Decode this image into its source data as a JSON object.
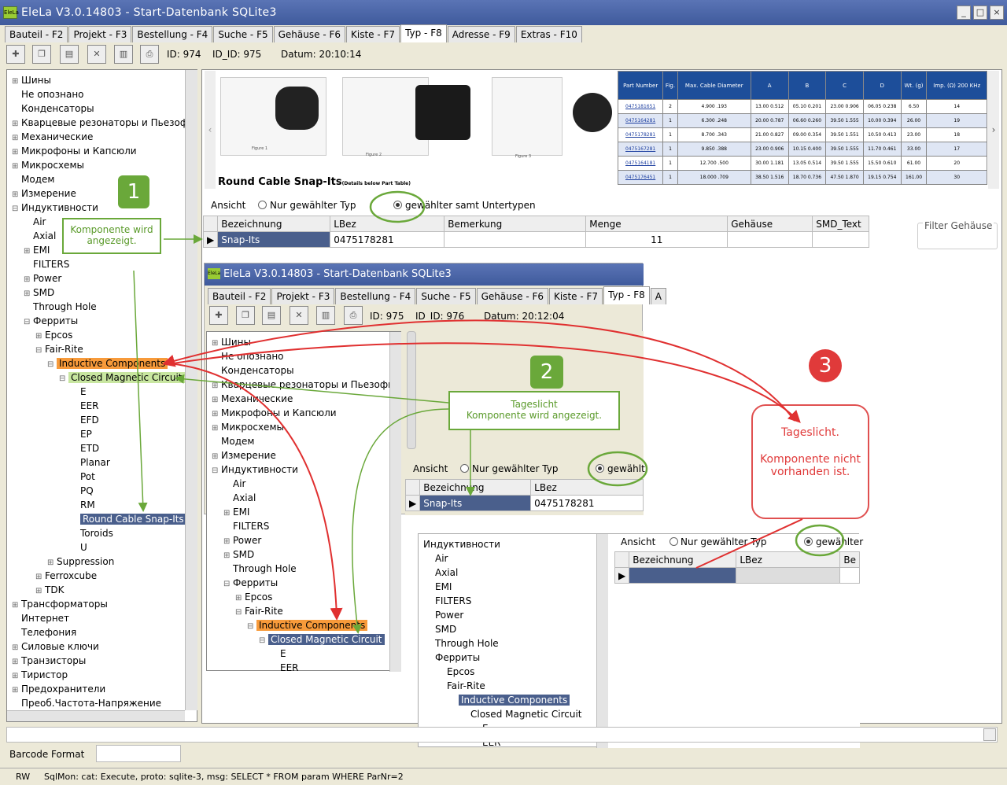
{
  "app": {
    "title": "EleLa V3.0.14803  - Start-Datenbank SQLite3",
    "logo": "EleLa"
  },
  "tabs": [
    "Bauteil - F2",
    "Projekt - F3",
    "Bestellung - F4",
    "Suche - F5",
    "Gehäuse - F6",
    "Kiste - F7",
    "Typ - F8",
    "Adresse - F9",
    "Extras - F10"
  ],
  "toolbar": {
    "id": "ID: 974",
    "id_id": "ID_ID: 975",
    "datum": "Datum: 20:10:14"
  },
  "tree": [
    "Шины",
    "Не опознано",
    "Конденсаторы",
    "Кварцевые резонаторы и Пьезофи",
    "Механические",
    "Микрофоны и Капсюли",
    "Микросхемы",
    "Модем",
    "Измерение",
    "Индуктивности",
    "Air",
    "Axial",
    "EMI",
    "FILTERS",
    "Power",
    "SMD",
    "Through Hole",
    "Ферриты",
    "Epcos",
    "Fair-Rite",
    "Inductive Components",
    "Closed Magnetic Circuit",
    "E",
    "EER",
    "EFD",
    "EP",
    "ETD",
    "Planar",
    "Pot",
    "PQ",
    "RM",
    "Round Cable Snap-Its",
    "Toroids",
    "U",
    "Suppression",
    "Ferroxcube",
    "TDK",
    "Трансформаторы",
    "Интернет",
    "Телефония",
    "Силовые ключи",
    "Транзисторы",
    "Тиристор",
    "Предохранители",
    "Преоб.Частота-Напряжение"
  ],
  "image": {
    "title": "Round Cable Snap-Its",
    "subtitle": "(Details below Part Table)",
    "fig1": "Figure 1",
    "fig2": "Figure 2",
    "fig3": "Figure 3"
  },
  "part_table": {
    "headers": [
      "Part Number",
      "Fig.",
      "Max. Cable Diameter",
      "A",
      "B",
      "C",
      "D",
      "Wt. (g)",
      "Imp. (Ω) 200 KHz"
    ],
    "rows": [
      [
        "0475181651",
        "2",
        "4.900 .193",
        "13.00 0.512",
        "05.10 0.201",
        "23.00 0.906",
        "06.05 0.238",
        "6.50",
        "14"
      ],
      [
        "0475164281",
        "1",
        "6.300 .248",
        "20.00 0.787",
        "06.60 0.260",
        "39.50 1.555",
        "10.00 0.394",
        "26.00",
        "19"
      ],
      [
        "0475178281",
        "1",
        "8.700 .343",
        "21.00 0.827",
        "09.00 0.354",
        "39.50 1.551",
        "10.50 0.413",
        "23.00",
        "18"
      ],
      [
        "0475167281",
        "1",
        "9.850 .388",
        "23.00 0.906",
        "10.15 0.400",
        "39.50 1.555",
        "11.70 0.461",
        "33.00",
        "17"
      ],
      [
        "0475164181",
        "1",
        "12.700 .500",
        "30.00 1.181",
        "13.05 0.514",
        "39.50 1.555",
        "15.50 0.610",
        "61.00",
        "20"
      ],
      [
        "0475176451",
        "1",
        "18.000 .709",
        "38.50 1.516",
        "18.70 0.736",
        "47.50 1.870",
        "19.15 0.754",
        "161.00",
        "30"
      ]
    ]
  },
  "ansicht": {
    "label": "Ansicht",
    "opt1": "Nur gewählter Typ",
    "opt2": "gewählter samt Untertypen",
    "opt2_short": "gewählt",
    "opt2_short2": "gewählter"
  },
  "grid": {
    "headers": [
      "Bezeichnung",
      "LBez",
      "Bemerkung",
      "Menge",
      "Gehäuse",
      "SMD_Text"
    ],
    "row": [
      "Snap-Its",
      "0475178281",
      "",
      "11",
      "",
      ""
    ]
  },
  "filter_label": "Filter Gehäuse",
  "barcode_label": "Barcode Format",
  "status": {
    "mode": "RW",
    "msg": "SqlMon: cat: Execute, proto: sqlite-3, msg: SELECT * FROM param WHERE ParNr=2"
  },
  "inset2": {
    "title": "EleLa V3.0.14803  - Start-Datenbank SQLite3",
    "tabs": [
      "Bauteil - F2",
      "Projekt - F3",
      "Bestellung - F4",
      "Suche - F5",
      "Gehäuse - F6",
      "Kiste - F7",
      "Typ - F8",
      "A"
    ],
    "id": "ID: 975",
    "id_id": "ID_ID: 976",
    "datum": "Datum: 20:12:04",
    "tree": [
      "Шины",
      "Не опознано",
      "Конденсаторы",
      "Кварцевые резонаторы и Пьезофи",
      "Механические",
      "Микрофоны и Капсюли",
      "Микросхемы",
      "Модем",
      "Измерение",
      "Индуктивности",
      "Air",
      "Axial",
      "EMI",
      "FILTERS",
      "Power",
      "SMD",
      "Through Hole",
      "Ферриты",
      "Epcos",
      "Fair-Rite",
      "Inductive Components",
      "Closed Magnetic Circuit",
      "E",
      "EER"
    ],
    "grid_headers": [
      "Bezeichnung",
      "LBez"
    ],
    "grid_row": [
      "Snap-Its",
      "0475178281"
    ]
  },
  "inset3": {
    "tree": [
      "Индуктивности",
      "Air",
      "Axial",
      "EMI",
      "FILTERS",
      "Power",
      "SMD",
      "Through Hole",
      "Ферриты",
      "Epcos",
      "Fair-Rite",
      "Inductive Components",
      "Closed Magnetic Circuit",
      "E",
      "EER"
    ],
    "grid_headers": [
      "Bezeichnung",
      "LBez",
      "Be"
    ]
  },
  "annotations": {
    "n1": "1",
    "n2": "2",
    "n3": "3",
    "box1": "Komponente wird angezeigt.",
    "box2a": "Tageslicht",
    "box2b": "Komponente wird angezeigt.",
    "box3a": "Tageslicht.",
    "box3b": "Komponente nicht vorhanden ist."
  },
  "colors": {
    "title": "#4a66aa",
    "selection": "#4a5f8c",
    "orange": "#f79a3a",
    "green": "#6aa83a",
    "red": "#e03030"
  }
}
